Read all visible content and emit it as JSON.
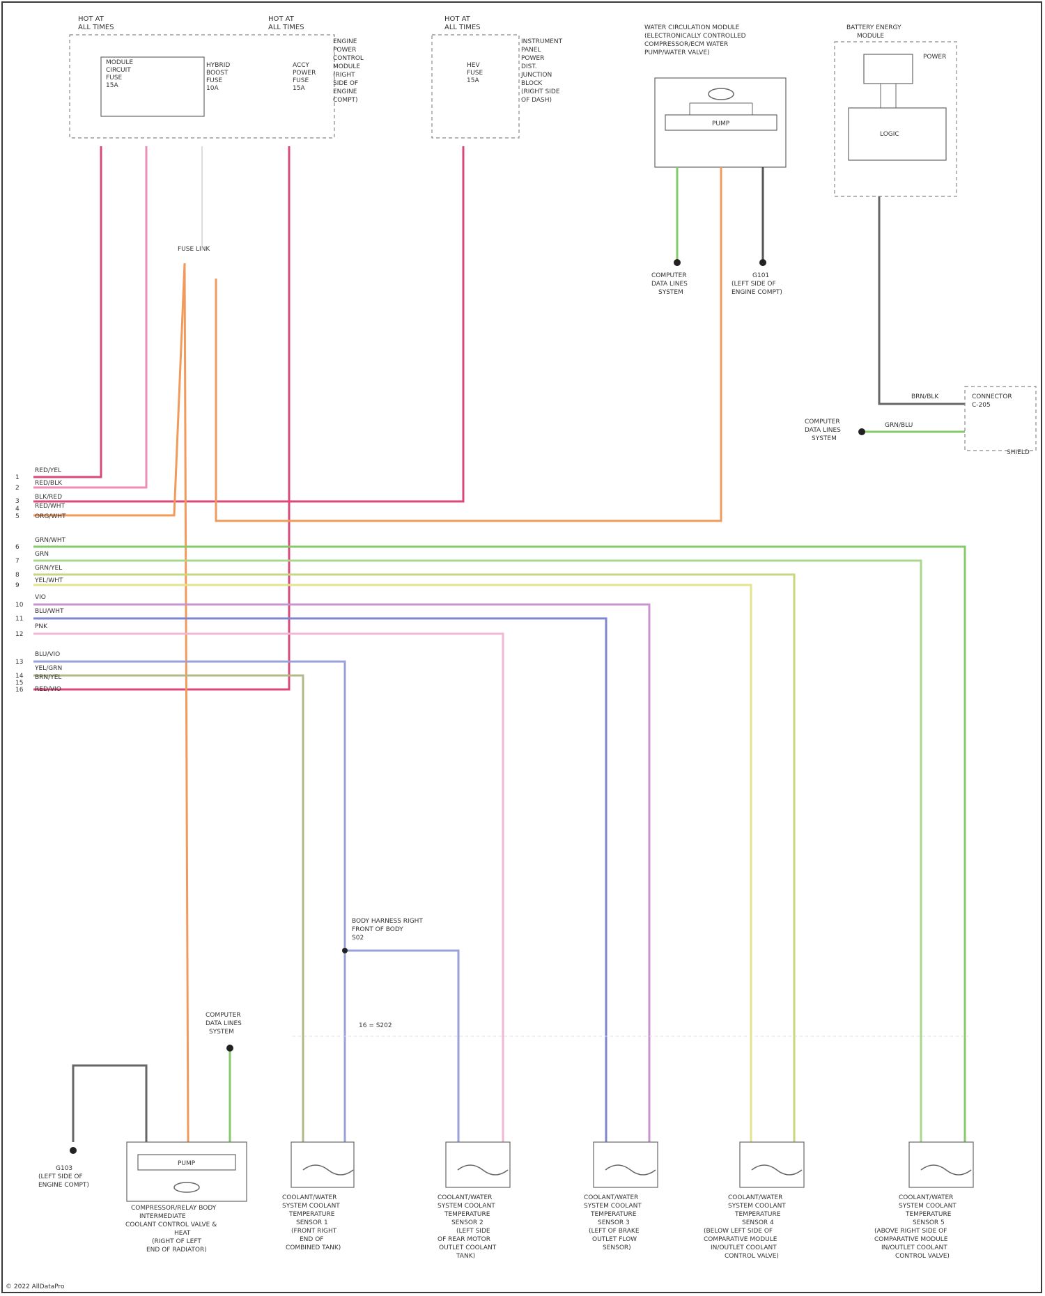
{
  "diagram": {
    "footer": "© 2022 AllDataPro",
    "top_modules": [
      {
        "id": "m1",
        "title_1": "HOT AT",
        "title_2": "ALL TIMES"
      },
      {
        "id": "m2",
        "title_1": "HOT AT",
        "title_2": "ALL TIMES"
      },
      {
        "id": "m3",
        "title_1": "HOT AT",
        "title_2": "ALL TIMES"
      }
    ],
    "fuse_labels": {
      "f1": [
        "MODULE",
        "CIRCUIT",
        "FUSE",
        "15A"
      ],
      "f2": [
        "HYBRID",
        "BOOST",
        "FUSE",
        "10A"
      ],
      "f3": [
        "ACCY",
        "POWER",
        "FUSE",
        "15A"
      ],
      "f4": [
        "HEV",
        "FUSE",
        "15A"
      ]
    },
    "box_notes": {
      "m2_note": [
        "ENGINE",
        "POWER",
        "CONTROL",
        "MODULE",
        "(RIGHT",
        "SIDE OF",
        "ENGINE",
        "COMPT)"
      ],
      "m3_note": [
        "INSTRUMENT",
        "PANEL",
        "POWER",
        "DIST.",
        "JUNCTION",
        "BLOCK",
        "(RIGHT SIDE",
        "OF DASH)"
      ]
    },
    "pump_module": {
      "title": [
        "WATER CIRCULATION MODULE",
        "(ELECTRONICALLY CONTROLLED",
        "COMPRESSOR/ECM WATER",
        "PUMP/WATER VALVE)"
      ],
      "inner": "PUMP"
    },
    "control_module": {
      "title": [
        "BATTERY ENERGY",
        "MODULE"
      ],
      "inner_top": "POWER",
      "inner": "LOGIC"
    },
    "junction_label": "FUSE LINK",
    "grounds": {
      "g1": [
        "COMPUTER",
        "DATA LINES",
        "SYSTEM"
      ],
      "g2": [
        "G101",
        "(LEFT SIDE OF",
        "ENGINE COMPT)"
      ],
      "g3": [
        "COMPUTER",
        "DATA LINES",
        "SYSTEM"
      ],
      "g4": [
        "COMPUTER",
        "DATA LINES",
        "SYSTEM"
      ],
      "g5": [
        "G103",
        "(LEFT SIDE OF",
        "ENGINE COMPT)"
      ]
    },
    "side_connector": {
      "note_1": "CONNECTOR",
      "note_2": "C-205",
      "note_3": "SHIELD",
      "wire_a": "BRN/BLK",
      "wire_b": "GRN/BLU"
    },
    "harness_groups": [
      {
        "pins": [
          "1",
          "2",
          "3",
          "4",
          "5"
        ],
        "labels": [
          "RED/YEL",
          "RED/BLK",
          "BLK/RED",
          "RED/WHT",
          "ORG/WHT"
        ]
      },
      {
        "pins": [
          "6",
          "7",
          "8",
          "9",
          "10",
          "11",
          "12"
        ],
        "labels": [
          "GRN/WHT",
          "GRN",
          "GRN/YEL",
          "YEL/WHT",
          "VIO",
          "BLU/WHT",
          "PNK"
        ]
      },
      {
        "pins": [
          "13",
          "14",
          "15",
          "16"
        ],
        "labels": [
          "BLU/VIO",
          "YEL/GRN",
          "BRN/YEL",
          "RED/VIO"
        ]
      }
    ],
    "splice_label": [
      "BODY HARNESS RIGHT",
      "FRONT OF BODY",
      "S02"
    ],
    "splice_note": "16 = S202",
    "bottom_components": [
      {
        "id": "c1",
        "title": [
          "COMPRESSOR/RELAY BODY",
          "INTERMEDIATE",
          "COOLANT CONTROL VALVE &",
          "HEAT",
          "(RIGHT OF LEFT",
          "END OF RADIATOR)"
        ],
        "inner": "PUMP"
      },
      {
        "id": "c2",
        "title": [
          "COOLANT/WATER",
          "SYSTEM COOLANT",
          "TEMPERATURE",
          "SENSOR 1",
          "(FRONT RIGHT",
          "END OF",
          "COMBINED TANK)"
        ]
      },
      {
        "id": "c3",
        "title": [
          "COOLANT/WATER",
          "SYSTEM COOLANT",
          "TEMPERATURE",
          "SENSOR 2",
          "(LEFT SIDE",
          "OF REAR MOTOR",
          "OUTLET COOLANT",
          "TANK)"
        ]
      },
      {
        "id": "c4",
        "title": [
          "COOLANT/WATER",
          "SYSTEM COOLANT",
          "TEMPERATURE",
          "SENSOR 3",
          "(LEFT OF BRAKE",
          "OUTLET FLOW",
          "SENSOR)"
        ]
      },
      {
        "id": "c5",
        "title": [
          "COOLANT/WATER",
          "SYSTEM COOLANT",
          "TEMPERATURE",
          "SENSOR 4",
          "(BELOW LEFT SIDE OF",
          "COMPARATIVE MODULE",
          "IN/OUTLET COOLANT",
          "CONTROL VALVE)"
        ]
      },
      {
        "id": "c6",
        "title": [
          "COOLANT/WATER",
          "SYSTEM COOLANT",
          "TEMPERATURE",
          "SENSOR 5",
          "(ABOVE RIGHT SIDE OF",
          "COMPARATIVE MODULE",
          "IN/OUTLET COOLANT",
          "CONTROL VALVE)"
        ]
      }
    ],
    "colors": {
      "red": "#d9487a",
      "pink": "#ec8fb6",
      "orange": "#f29a5c",
      "green": "#86c96a",
      "yellowgreen": "#c6d77d",
      "yellow": "#e4e48e",
      "violet": "#c894cf",
      "blue": "#7f86cf",
      "lightpink": "#f2b7d3",
      "olive": "#b3b88a",
      "gray": "#777777",
      "dark": "#555555"
    }
  }
}
